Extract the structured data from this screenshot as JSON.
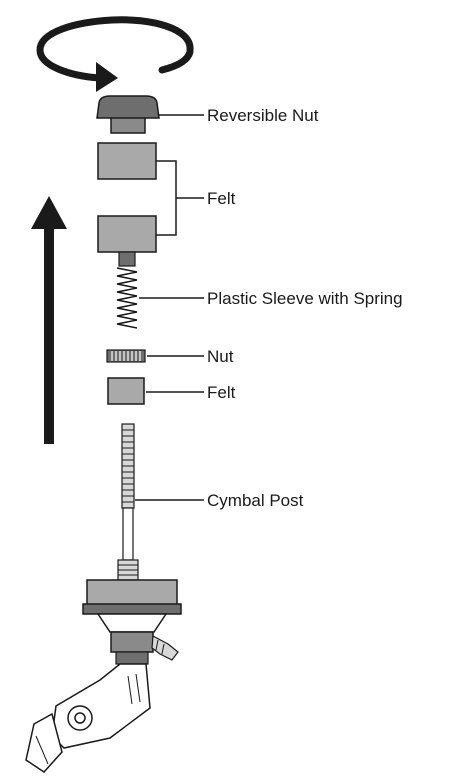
{
  "labels": {
    "reversible_nut": "Reversible Nut",
    "felt_top": "Felt",
    "plastic_sleeve": "Plastic Sleeve with Spring",
    "nut": "Nut",
    "felt_bottom": "Felt",
    "cymbal_post": "Cymbal Post"
  },
  "colors": {
    "part_fill": "#a9a9a9",
    "nut_fill": "#6e6e6e",
    "ink": "#1a1a1a"
  },
  "icons": {
    "rotation": "rotation-arrow-icon",
    "direction": "up-arrow-icon"
  }
}
